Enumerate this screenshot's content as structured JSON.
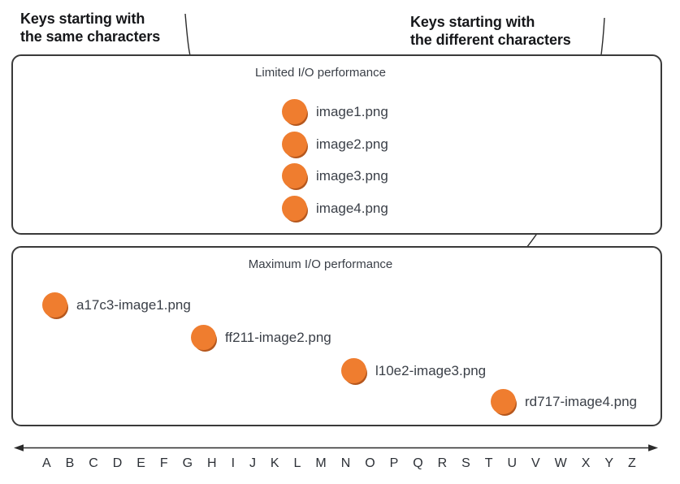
{
  "callouts": {
    "left": {
      "line1": "Keys starting with",
      "line2": "the same characters"
    },
    "right": {
      "line1": "Keys starting with",
      "line2": "the different characters"
    }
  },
  "boxes": [
    {
      "title": "Limited I/O performance",
      "items": [
        {
          "label": "image1.png"
        },
        {
          "label": "image2.png"
        },
        {
          "label": "image3.png"
        },
        {
          "label": "image4.png"
        }
      ]
    },
    {
      "title": "Maximum I/O performance",
      "items": [
        {
          "label": "a17c3-image1.png"
        },
        {
          "label": "ff211-image2.png"
        },
        {
          "label": "l10e2-image3.png"
        },
        {
          "label": "rd717-image4.png"
        }
      ]
    }
  ],
  "axis": {
    "letters": [
      "A",
      "B",
      "C",
      "D",
      "E",
      "F",
      "G",
      "H",
      "I",
      "J",
      "K",
      "L",
      "M",
      "N",
      "O",
      "P",
      "Q",
      "R",
      "S",
      "T",
      "U",
      "V",
      "W",
      "X",
      "Y",
      "Z"
    ]
  },
  "colors": {
    "object_fill": "#ef7d2f",
    "object_shadow": "#b5571d",
    "box_border": "#3a3a3a",
    "arrow": "#2b2b2b",
    "label_text": "#3a3f47"
  }
}
